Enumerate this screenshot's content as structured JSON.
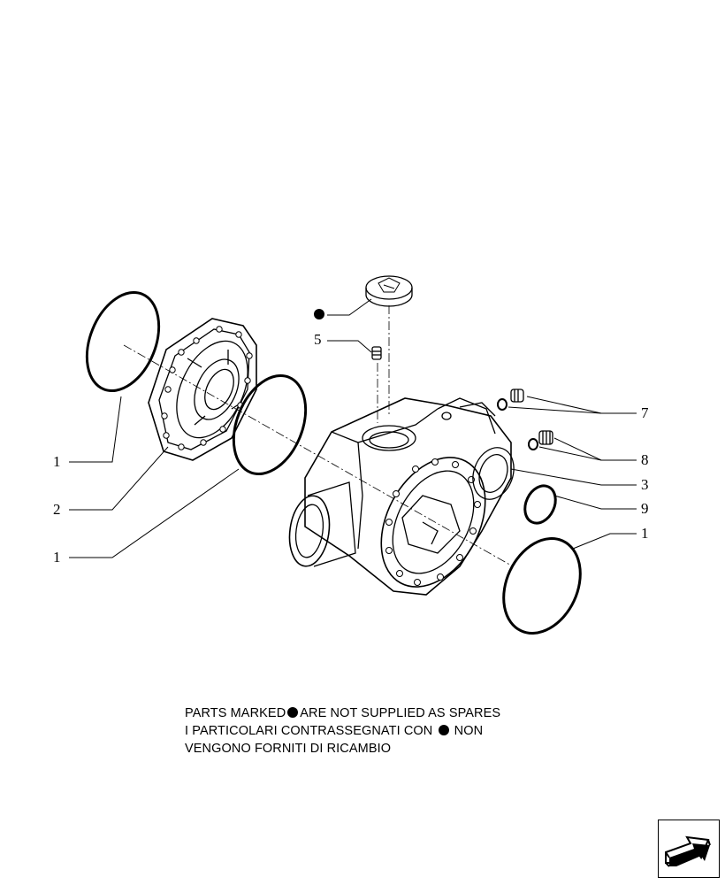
{
  "callouts": {
    "ring_top_left": "1",
    "cover_plate": "2",
    "ring_middle": "1",
    "dot_marker": "●",
    "plug_small": "5",
    "plug_right_7": "7",
    "plug_right_8": "8",
    "housing": "3",
    "ring_small": "9",
    "ring_bottom_right": "1"
  },
  "note": {
    "line1_before": "PARTS MARKED",
    "line1_after": "ARE NOT SUPPLIED AS SPARES",
    "line2_before": "I  PARTICOLARI  CONTRASSEGNATI  CON",
    "line2_after": "NON",
    "line3": "VENGONO FORNITI DI RICAMBIO"
  },
  "icons": {
    "nav": "next-page-arrow-icon",
    "marker": "filled-dot-icon"
  },
  "colors": {
    "line": "#000000",
    "background": "#ffffff"
  }
}
